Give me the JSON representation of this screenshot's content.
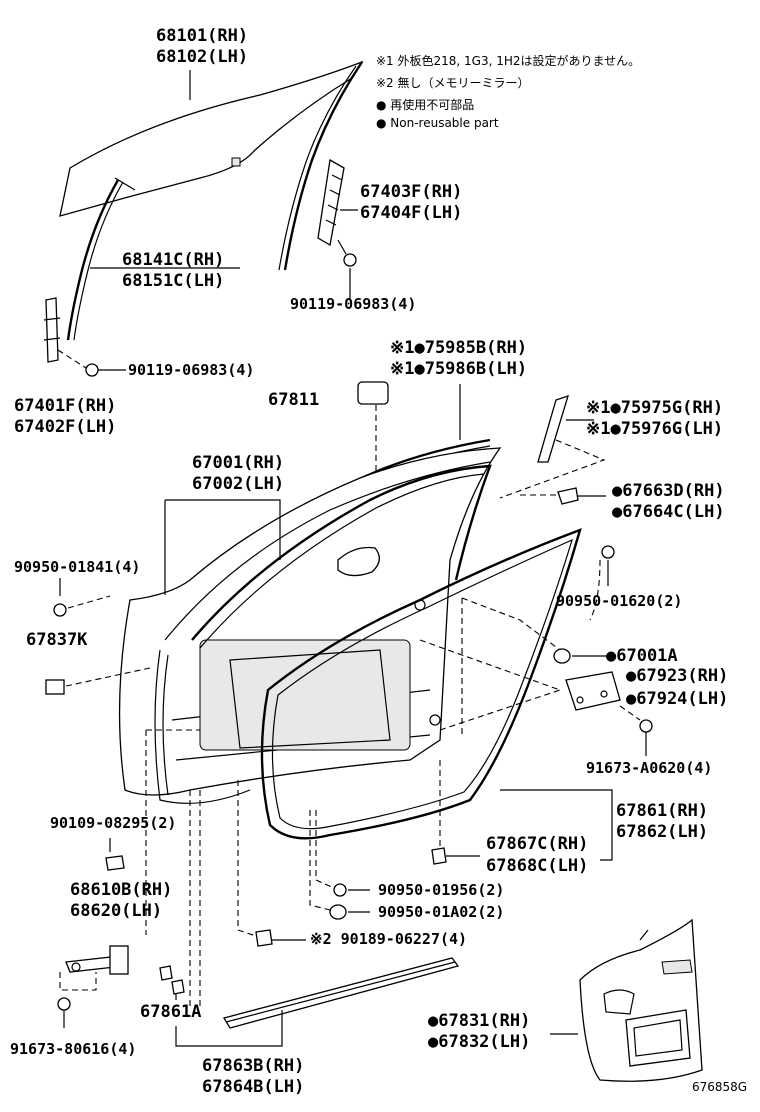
{
  "notes": [
    "※1 外板色218, 1G3, 1H2は設定がありません。",
    "※2 無し（メモリーミラー）",
    "● 再使用不可部品",
    "● Non-reusable part"
  ],
  "figure_id": "676858G",
  "labels": {
    "p68101": "68101(RH)",
    "p68102": "68102(LH)",
    "p67403f": "67403F(RH)",
    "p67404f": "67404F(LH)",
    "p68141c": "68141C(RH)",
    "p68151c": "68151C(LH)",
    "p90119a": "90119-06983(4)",
    "p90119b": "90119-06983(4)",
    "p67401f": "67401F(RH)",
    "p67402f": "67402F(LH)",
    "p75985b": "※1●75985B(RH)",
    "p75986b": "※1●75986B(LH)",
    "p67811": "67811",
    "p75975g": "※1●75975G(RH)",
    "p75976g": "※1●75976G(LH)",
    "p67001": "67001(RH)",
    "p67002": "67002(LH)",
    "p67663d": "●67663D(RH)",
    "p67664c": "●67664C(LH)",
    "p90950_01841": "90950-01841(4)",
    "p90950_01620": "90950-01620(2)",
    "p67837k": "67837K",
    "p67001a": "●67001A",
    "p67923": "●67923(RH)",
    "p67924": "●67924(LH)",
    "p91673_a0620": "91673-A0620(4)",
    "p67861": "67861(RH)",
    "p67862": "67862(LH)",
    "p90109": "90109-08295(2)",
    "p67867c": "67867C(RH)",
    "p67868c": "67868C(LH)",
    "p68610b": "68610B(RH)",
    "p68620": "68620(LH)",
    "p90950_01956": "90950-01956(2)",
    "p90950_01a02": "90950-01A02(2)",
    "p90189": "※2 90189-06227(4)",
    "p67861a": "67861A",
    "p67831": "●67831(RH)",
    "p67832": "●67832(LH)",
    "p91673_80616": "91673-80616(4)",
    "p67863b": "67863B(RH)",
    "p67864b": "67864B(LH)"
  }
}
